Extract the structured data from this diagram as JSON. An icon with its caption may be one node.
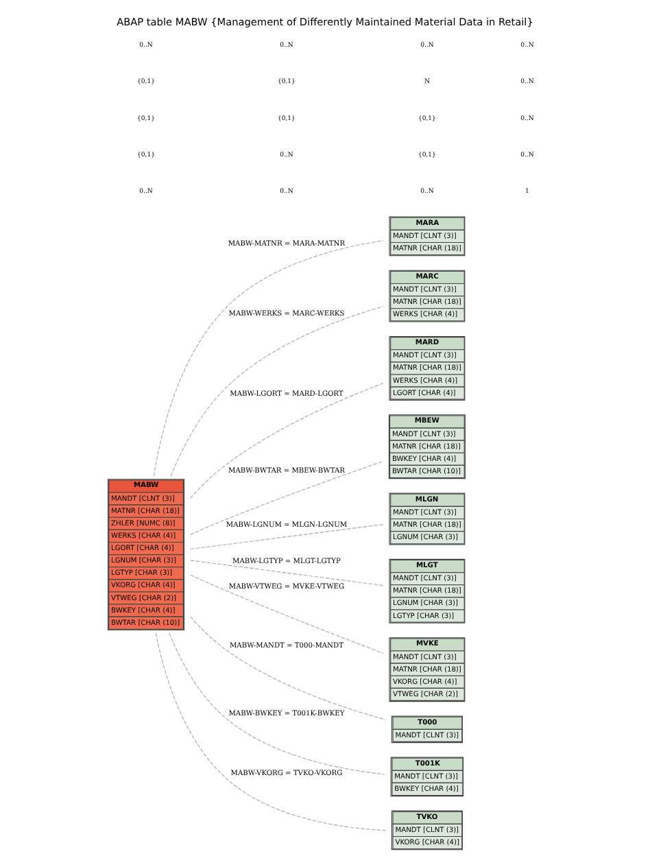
{
  "diagram": {
    "title": "ABAP table MABW {Management of Differently Maintained Material Data in Retail}",
    "nodes": [
      {
        "text": [
          "MABW",
          "MANDT [CLNT (3)]",
          "MATNR [CHAR (18)]",
          "ZHLER [NUMC (8)]",
          "WERKS [CHAR (4)]",
          "LGORT [CHAR (4)]",
          "LGNUM [CHAR (3)]",
          "LGTYP [CHAR (3)]",
          "VKORG [CHAR (4)]",
          "VTWEG [CHAR (2)]",
          "BWKEY [CHAR (4)]",
          "BWTAR [CHAR (10)]"
        ]
      },
      {
        "text": [
          "MARA",
          "MANDT [CLNT (3)]",
          "MATNR [CHAR (18)]"
        ]
      },
      {
        "text": [
          "MARC",
          "MANDT [CLNT (3)]",
          "MATNR [CHAR (18)]",
          "WERKS [CHAR (4)]"
        ]
      },
      {
        "text": [
          "MARD",
          "MANDT [CLNT (3)]",
          "MATNR [CHAR (18)]",
          "WERKS [CHAR (4)]",
          "LGORT [CHAR (4)]"
        ]
      },
      {
        "text": [
          "MBEW",
          "MANDT [CLNT (3)]",
          "MATNR [CHAR (18)]",
          "BWKEY [CHAR (4)]",
          "BWTAR [CHAR (10)]"
        ]
      },
      {
        "text": [
          "MLGN",
          "MANDT [CLNT (3)]",
          "MATNR [CHAR (18)]",
          "LGNUM [CHAR (3)]"
        ]
      },
      {
        "text": [
          "MLGT",
          "MANDT [CLNT (3)]",
          "MATNR [CHAR (18)]",
          "LGNUM [CHAR (3)]",
          "LGTYP [CHAR (3)]"
        ]
      },
      {
        "text": [
          "MVKE",
          "MANDT [CLNT (3)]",
          "MATNR [CHAR (18)]",
          "VKORG [CHAR (4)]",
          "VTWEG [CHAR (2)]"
        ]
      },
      {
        "text": [
          "T000",
          "MANDT [CLNT (3)]"
        ]
      },
      {
        "text": [
          "T001K",
          "MANDT [CLNT (3)]",
          "BWKEY [CHAR (4)]"
        ]
      },
      {
        "text": [
          "TVKO",
          "MANDT [CLNT (3)]",
          "VKORG [CHAR (4)]"
        ]
      }
    ],
    "edges": [
      {
        "from": 0,
        "to": 1,
        "arrow": "none",
        "label": "MABW-MATNR = MARA-MATNR",
        "style": "dashed"
      },
      {
        "from": 0,
        "to": 2,
        "arrow": "none",
        "label": "MABW-WERKS = MARC-WERKS",
        "style": "dashed"
      },
      {
        "from": 0,
        "to": 3,
        "arrow": "none",
        "label": "MABW-LGORT = MARD-LGORT",
        "style": "dashed"
      },
      {
        "from": 0,
        "to": 4,
        "arrow": "none",
        "label": "MABW-BWTAR = MBEW-BWTAR",
        "style": "dashed"
      },
      {
        "from": 0,
        "to": 5,
        "arrow": "none",
        "label": "MABW-LGNUM = MLGN-LGNUM",
        "style": "dashed"
      },
      {
        "from": 0,
        "to": 6,
        "arrow": "none",
        "label": "MABW-LGTYP = MLGT-LGTYP",
        "style": "dashed"
      },
      {
        "from": 0,
        "to": 7,
        "arrow": "none",
        "label": "MABW-VTWEG = MVKE-VTWEG",
        "style": "dashed"
      },
      {
        "from": 0,
        "to": 8,
        "arrow": "none",
        "label": "MABW-MANDT = T000-MANDT",
        "style": "dashed"
      },
      {
        "from": 0,
        "to": 9,
        "arrow": "none",
        "label": "MABW-BWKEY = T001K-BWKEY",
        "style": "dashed"
      },
      {
        "from": 0,
        "to": 10,
        "arrow": "none",
        "label": "MABW-VKORG = TVKO-VKORG",
        "style": "dashed"
      }
    ],
    "labels": [
      "0..N",
      "0..N",
      "0..N",
      "1",
      "{0,1}",
      "0..N",
      "{0,1}",
      "0..N",
      "{0,1}",
      "{0,1}",
      "{0,1}",
      "0..N",
      "{0,1}",
      "{0,1}",
      "N",
      "0..N",
      "0..N",
      "0..N",
      "0..N",
      "0..N"
    ]
  }
}
